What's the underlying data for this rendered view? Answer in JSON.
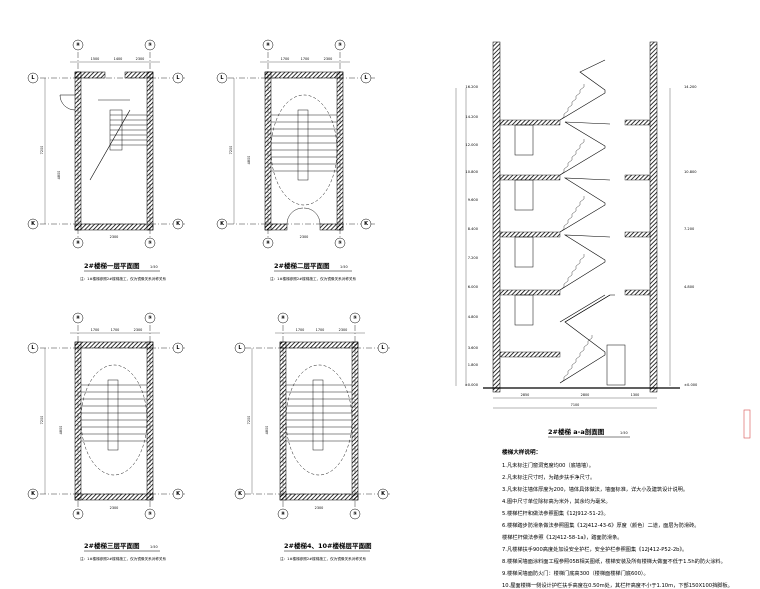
{
  "plans": [
    {
      "id": "p1",
      "title": "2#楼梯一层平面图",
      "scale": "1:50",
      "note": "注：1#楼梯参照2#楼梯施工，仅为镜像关系对称关系",
      "top_dims": [
        "1500",
        "1400",
        "2300"
      ],
      "side_dims": [
        "7200",
        "4800"
      ],
      "bottom_dim": "2300"
    },
    {
      "id": "p2",
      "title": "2#楼梯二层平面图",
      "scale": "1:50",
      "note": "注：1#楼梯参照2#楼梯施工，仅为镜像关系对称关系",
      "top_dims": [
        "1700",
        "1700",
        "2300"
      ],
      "side_dims": [
        "7200",
        "4800"
      ],
      "bottom_dim": "2300"
    },
    {
      "id": "p3",
      "title": "2#楼梯三层平面图",
      "scale": "1:50",
      "note": "注：1#楼梯参照2#楼梯施工，仅为镜像关系对称关系",
      "top_dims": [
        "1700",
        "1700",
        "2300"
      ],
      "side_dims": [
        "7200",
        "4800"
      ],
      "bottom_dim": "2300"
    },
    {
      "id": "p4",
      "title": "2#楼梯4、10#楼梯层平面图",
      "scale": "1:50",
      "note": "注：1#楼梯参照2#楼梯施工，仅为镜像关系对称关系",
      "top_dims": [
        "1700",
        "1700",
        "2300"
      ],
      "side_dims": [
        "7200",
        "4800"
      ],
      "bottom_dim": "2300"
    }
  ],
  "grid_labels": {
    "col_a": "⑧",
    "col_b": "⑨",
    "row_top": "L",
    "row_bottom": "K"
  },
  "section": {
    "title": "2#楼梯 a-a剖面图",
    "scale": "1:50",
    "bottom_dims": [
      "2850",
      "2800",
      "1300"
    ],
    "total_dim": "7100",
    "left_elevations": [
      "16.200",
      "14.200",
      "12.000",
      "10.800",
      "9.600",
      "8.400",
      "7.200",
      "6.000",
      "4.800",
      "3.600",
      "1.800",
      "±0.000"
    ],
    "right_elevations": [
      "14.200",
      "10.800",
      "7.200",
      "4.800",
      "±0.000"
    ]
  },
  "notes": {
    "title": "楼梯大样说明：",
    "items": [
      "1.凡未标注门窗洞宽度均00（底墙墙）。",
      "2.凡未标注尺寸时，为踏步扶手净尺寸。",
      "3.凡未标注墙体厚度为200，墙体具体做法，墙面标准，详大小及建筑设计说明。",
      "4.图中尺寸单位除标高为米外，其余均为毫米。",
      "5.楼梯栏杆和做法参照图集《12J912-51-2》。",
      "6.楼梯踏步防滑条做法参照图集《12J412-43-6》厚度（颜色）二道，面层为防滑砖。",
      "楼梯栏杆做法参照《12J412-58-1a》，踏面防滑条。",
      "7.凡楼梯扶手900高度处加设安全护栏，安全护栏参照图集《12J412-P52-2b》。",
      "8.楼梯间墙面涂料面工程参照05B相关图纸，楼梯安装及所有楼梯大做面不低于1.5h的防火涂料。",
      "9.楼梯间墙面防火门：楼梯门底高300（楼梯面楼梯门底600）。",
      "10.屋面楼梯一侧设计护栏扶手高度在0.50m处，其栏杆高度不小于1.10m，下部150X100挡脚板。"
    ]
  }
}
